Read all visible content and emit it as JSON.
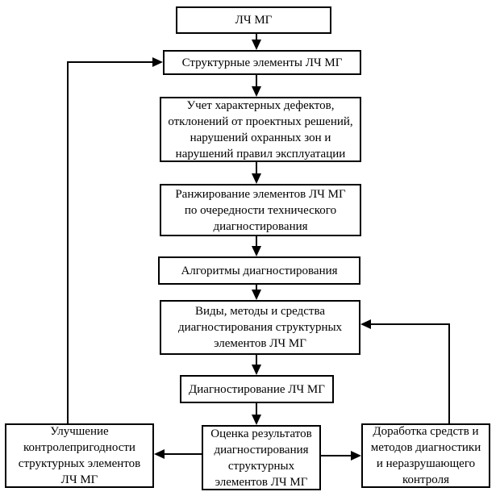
{
  "diagram": {
    "type": "flowchart",
    "language": "ru",
    "nodes": [
      {
        "id": "lch_mg",
        "label": "ЛЧ МГ"
      },
      {
        "id": "structural_elements",
        "label": "Структурные элементы ЛЧ МГ"
      },
      {
        "id": "defects_accounting",
        "label": "Учет характерных дефектов,\nотклонений от проектных решений,\nнарушений охранных зон и\nнарушений правил эксплуатации"
      },
      {
        "id": "ranking",
        "label": "Ранжирование элементов ЛЧ МГ\nпо очередности технического\nдиагностирования"
      },
      {
        "id": "algorithms",
        "label": "Алгоритмы диагностирования"
      },
      {
        "id": "methods_means",
        "label": "Виды, методы и средства\nдиагностирования структурных\nэлементов ЛЧ МГ"
      },
      {
        "id": "diagnosing",
        "label": "Диагностирование ЛЧ МГ"
      },
      {
        "id": "improvement",
        "label": "Улучшение\nконтролепригодности\nструктурных элементов\nЛЧ МГ"
      },
      {
        "id": "evaluation",
        "label": "Оценка результатов\nдиагностирования\nструктурных\nэлементов ЛЧ МГ"
      },
      {
        "id": "refinement",
        "label": "Доработка средств и\nметодов диагностики\nи неразрушающего\nконтроля"
      }
    ],
    "edges": [
      {
        "from": "lch_mg",
        "to": "structural_elements",
        "style": "arrow-down"
      },
      {
        "from": "structural_elements",
        "to": "defects_accounting",
        "style": "arrow-down"
      },
      {
        "from": "defects_accounting",
        "to": "ranking",
        "style": "arrow-down"
      },
      {
        "from": "ranking",
        "to": "algorithms",
        "style": "arrow-down"
      },
      {
        "from": "algorithms",
        "to": "methods_means",
        "style": "arrow-down"
      },
      {
        "from": "methods_means",
        "to": "diagnosing",
        "style": "arrow-down"
      },
      {
        "from": "diagnosing",
        "to": "evaluation",
        "style": "arrow-down"
      },
      {
        "from": "evaluation",
        "to": "improvement",
        "style": "arrow-left"
      },
      {
        "from": "evaluation",
        "to": "refinement",
        "style": "arrow-right"
      },
      {
        "from": "improvement",
        "to": "structural_elements",
        "style": "feedback-up-left"
      },
      {
        "from": "refinement",
        "to": "methods_means",
        "style": "feedback-up-right"
      }
    ]
  },
  "colors": {
    "line": "#000000",
    "background": "#ffffff",
    "node_fill": "#ffffff"
  }
}
